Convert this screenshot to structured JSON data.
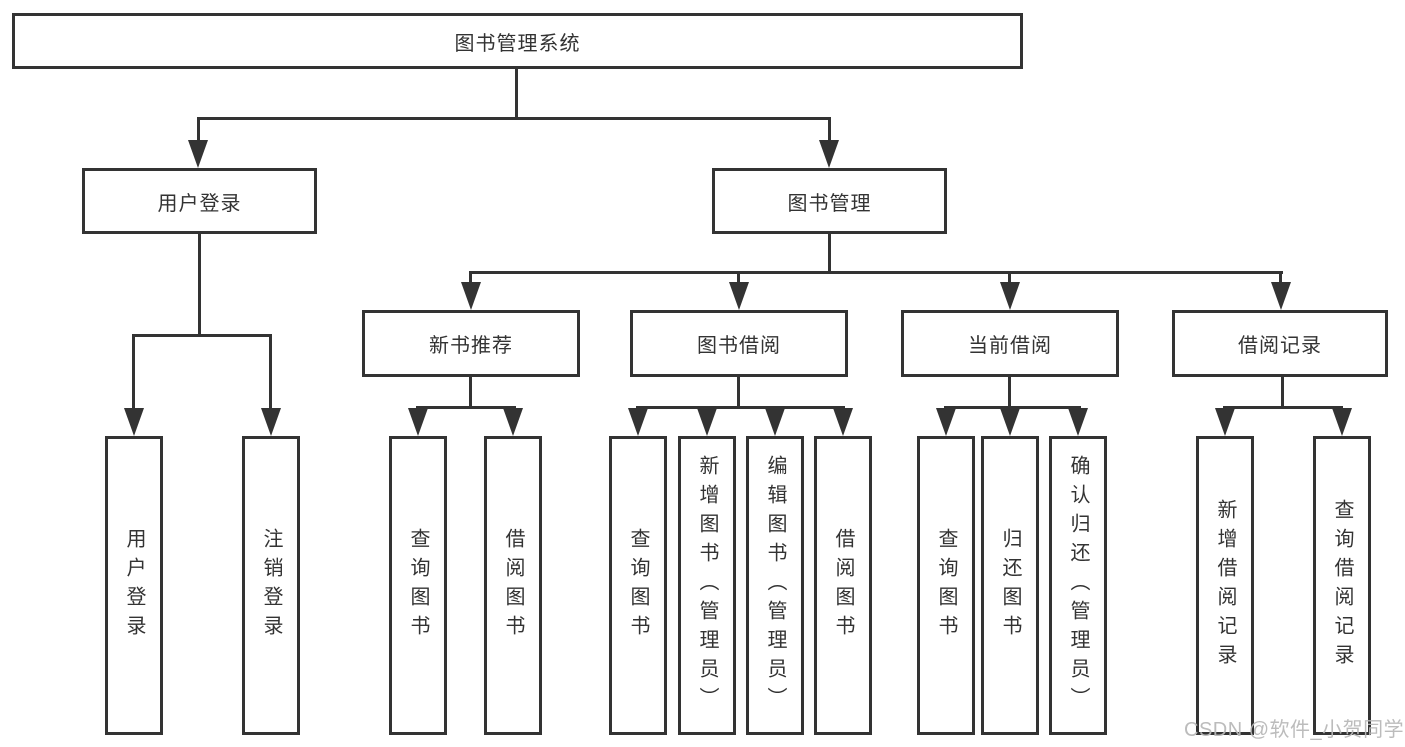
{
  "root": {
    "label": "图书管理系统"
  },
  "nodes": {
    "user_login": {
      "label": "用户登录"
    },
    "book_mgmt": {
      "label": "图书管理"
    },
    "new_book_rec": {
      "label": "新书推荐"
    },
    "book_borrow": {
      "label": "图书借阅"
    },
    "current_borrow": {
      "label": "当前借阅"
    },
    "borrow_record": {
      "label": "借阅记录"
    }
  },
  "leaves": {
    "user_login": [
      "用户登录",
      "注销登录"
    ],
    "new_book_rec": [
      "查询图书",
      "借阅图书"
    ],
    "book_borrow": [
      "查询图书",
      "新增图书（管理员）",
      "编辑图书（管理员）",
      "借阅图书"
    ],
    "current_borrow": [
      "查询图书",
      "归还图书",
      "确认归还（管理员）"
    ],
    "borrow_record": [
      "新增借阅记录",
      "查询借阅记录"
    ]
  },
  "watermark": {
    "text": "CSDN @软件_小贺同学",
    "color": "#b8b8b8"
  },
  "colors": {
    "line": "#333333",
    "text": "#333333",
    "background": "#ffffff"
  }
}
